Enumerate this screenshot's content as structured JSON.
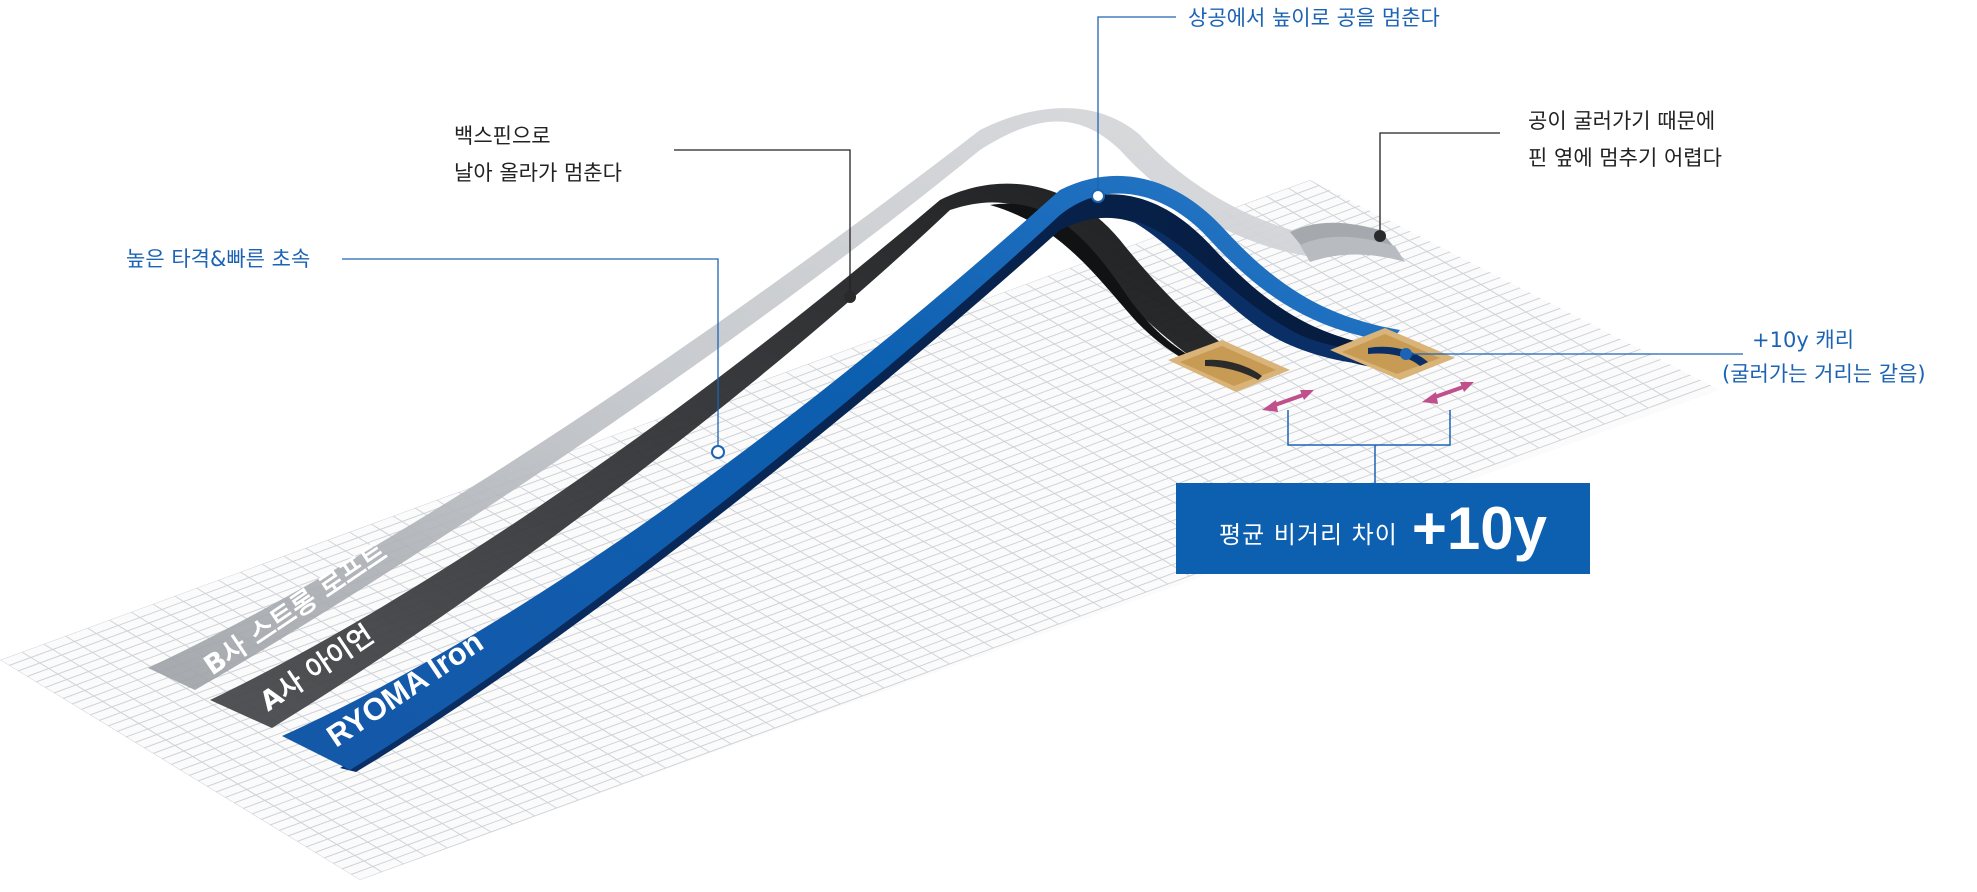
{
  "products": {
    "b_label": "B사 스트롱 로프트",
    "a_label": "A사 아이언",
    "ryoma_label": "RYOMA Iron"
  },
  "annotations": {
    "high_launch": "높은 타격&빠른 초속",
    "backspin_line1": "백스핀으로",
    "backspin_line2": "날아 올라가 멈춘다",
    "stop_from_height": "상공에서 높이로 공을 멈춘다",
    "roll_line1": "공이 굴러가기 때문에",
    "roll_line2": "핀 옆에 멈추기 어렵다",
    "carry_line1": "+10y 캐리",
    "carry_line2": "(굴러가는 거리는 같음)"
  },
  "result": {
    "text": "평균 비거리 차이",
    "value": "+10y"
  },
  "colors": {
    "ryoma_blue": "#0d5fb0",
    "ryoma_dark": "#0a2f66",
    "a_dark": "#2a2a2a",
    "b_gray": "#b9bcc0",
    "annotation_blue": "#1d63b4",
    "arrow_pink": "#c0508c",
    "landing_gold": "#d9b377",
    "grid": "#cfd3d8"
  }
}
